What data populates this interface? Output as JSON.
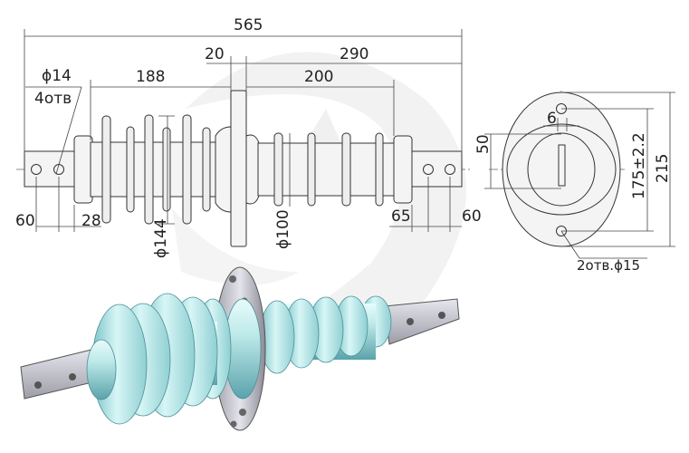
{
  "dimensions": {
    "overall_length": "565",
    "flange_thickness": "20",
    "right_length": "290",
    "left_shed_length": "188",
    "right_shed_length": "200",
    "hole_diameter": "ϕ14",
    "hole_count": "4отв",
    "left_lug": "60",
    "left_lug_hole": "28",
    "shed_diameter": "ϕ144",
    "core_diameter": "ϕ100",
    "right_lug_hole": "65",
    "right_lug": "60",
    "slot_width": "6",
    "slot_offset": "50",
    "bolt_spacing": "175±2.2",
    "flange_height": "215",
    "flange_holes": "2отв.ϕ15"
  },
  "colors": {
    "body": "#bfeaea",
    "body_shade": "#6fb9bf",
    "metal": "#c9c9d2",
    "watermark": "#e6e6e6"
  }
}
